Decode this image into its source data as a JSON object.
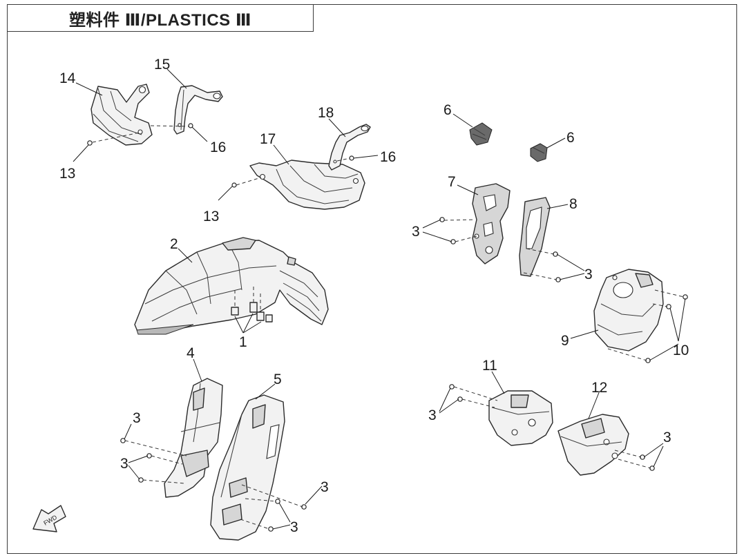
{
  "title": "塑料件 Ⅲ/PLASTICS Ⅲ",
  "fwd_label": "FWD",
  "callouts": [
    {
      "id": "14",
      "text": "14"
    },
    {
      "id": "15",
      "text": "15"
    },
    {
      "id": "16a",
      "text": "16"
    },
    {
      "id": "13a",
      "text": "13"
    },
    {
      "id": "18",
      "text": "18"
    },
    {
      "id": "17",
      "text": "17"
    },
    {
      "id": "16b",
      "text": "16"
    },
    {
      "id": "13b",
      "text": "13"
    },
    {
      "id": "6a",
      "text": "6"
    },
    {
      "id": "6b",
      "text": "6"
    },
    {
      "id": "7",
      "text": "7"
    },
    {
      "id": "8",
      "text": "8"
    },
    {
      "id": "3a",
      "text": "3"
    },
    {
      "id": "3b",
      "text": "3"
    },
    {
      "id": "2",
      "text": "2"
    },
    {
      "id": "1",
      "text": "1"
    },
    {
      "id": "9",
      "text": "9"
    },
    {
      "id": "10",
      "text": "10"
    },
    {
      "id": "4",
      "text": "4"
    },
    {
      "id": "5",
      "text": "5"
    },
    {
      "id": "3c",
      "text": "3"
    },
    {
      "id": "3d",
      "text": "3"
    },
    {
      "id": "3e",
      "text": "3"
    },
    {
      "id": "3f",
      "text": "3"
    },
    {
      "id": "11",
      "text": "11"
    },
    {
      "id": "12",
      "text": "12"
    },
    {
      "id": "3g",
      "text": "3"
    },
    {
      "id": "3h",
      "text": "3"
    }
  ]
}
